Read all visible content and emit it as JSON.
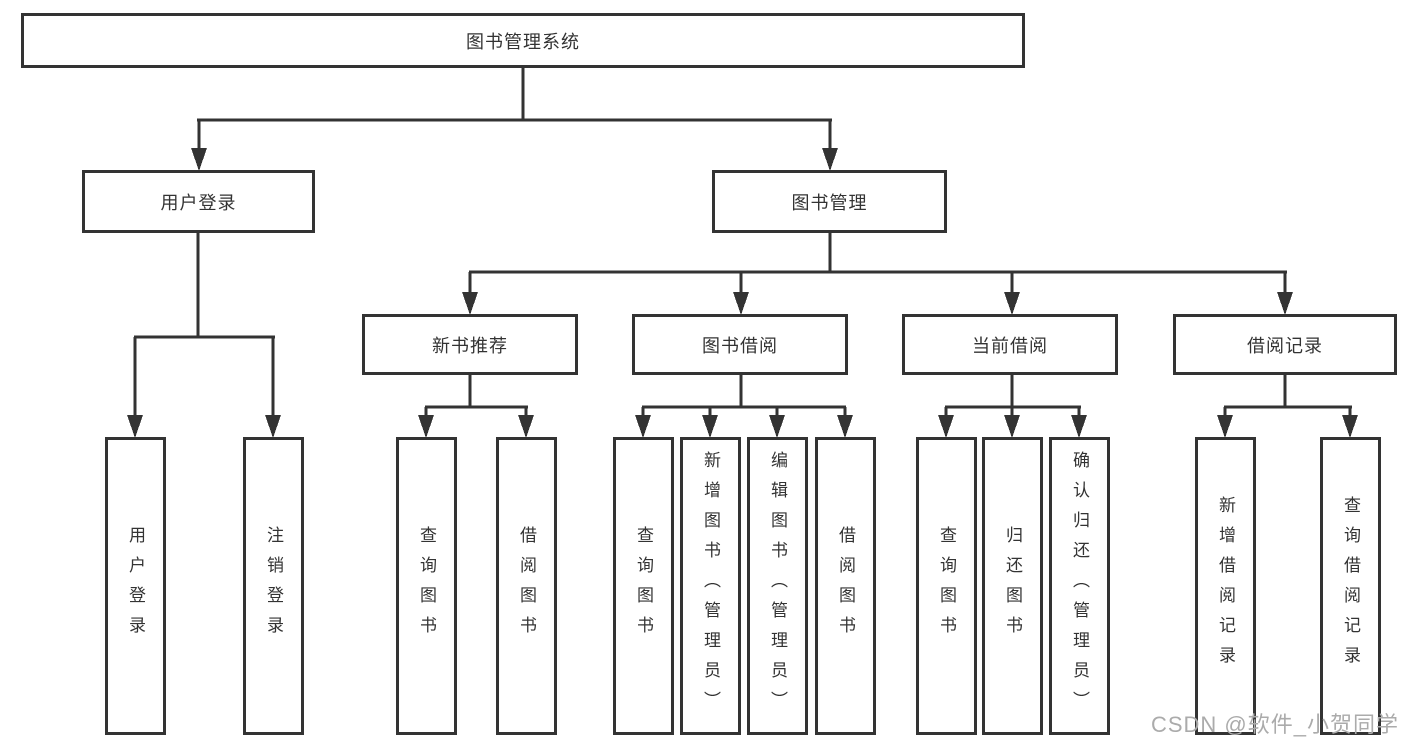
{
  "diagram": {
    "root": {
      "label": "图书管理系统"
    },
    "level2": [
      {
        "label": "用户登录"
      },
      {
        "label": "图书管理"
      }
    ],
    "level3": [
      {
        "label": "新书推荐"
      },
      {
        "label": "图书借阅"
      },
      {
        "label": "当前借阅"
      },
      {
        "label": "借阅记录"
      }
    ],
    "leaves": {
      "user": [
        "用户登录",
        "注销登录"
      ],
      "recommend": [
        "查询图书",
        "借阅图书"
      ],
      "borrow": [
        "查询图书",
        "新增图书（管理员）",
        "编辑图书（管理员）",
        "借阅图书"
      ],
      "current": [
        "查询图书",
        "归还图书",
        "确认归还（管理员）"
      ],
      "records": [
        "新增借阅记录",
        "查询借阅记录"
      ]
    }
  },
  "watermark": {
    "text": "CSDN @软件_小贺同学"
  },
  "colors": {
    "line": "#333333",
    "text": "#333333",
    "box_background": "#ffffff",
    "watermark": "#ababab",
    "background": "#ffffff"
  }
}
